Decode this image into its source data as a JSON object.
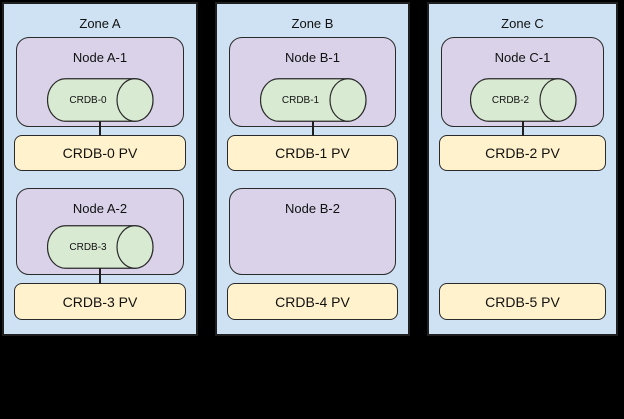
{
  "colors": {
    "background": "#000000",
    "zone_fill": "#cfe2f3",
    "node_fill": "#d9d2e9",
    "pod_fill": "#d9ead3",
    "pv_fill": "#fff2cc",
    "border": "#1f1f1f"
  },
  "zones": [
    {
      "label": "Zone A",
      "node1": {
        "label": "Node A-1",
        "pod": "CRDB-0"
      },
      "pv1": "CRDB-0 PV",
      "node2": {
        "label": "Node A-2",
        "pod": "CRDB-3"
      },
      "pv2": "CRDB-3 PV"
    },
    {
      "label": "Zone B",
      "node1": {
        "label": "Node B-1",
        "pod": "CRDB-1"
      },
      "pv1": "CRDB-1 PV",
      "node2": {
        "label": "Node B-2"
      },
      "pv2": "CRDB-4 PV"
    },
    {
      "label": "Zone C",
      "node1": {
        "label": "Node C-1",
        "pod": "CRDB-2"
      },
      "pv1": "CRDB-2 PV",
      "pv2": "CRDB-5 PV"
    }
  ]
}
